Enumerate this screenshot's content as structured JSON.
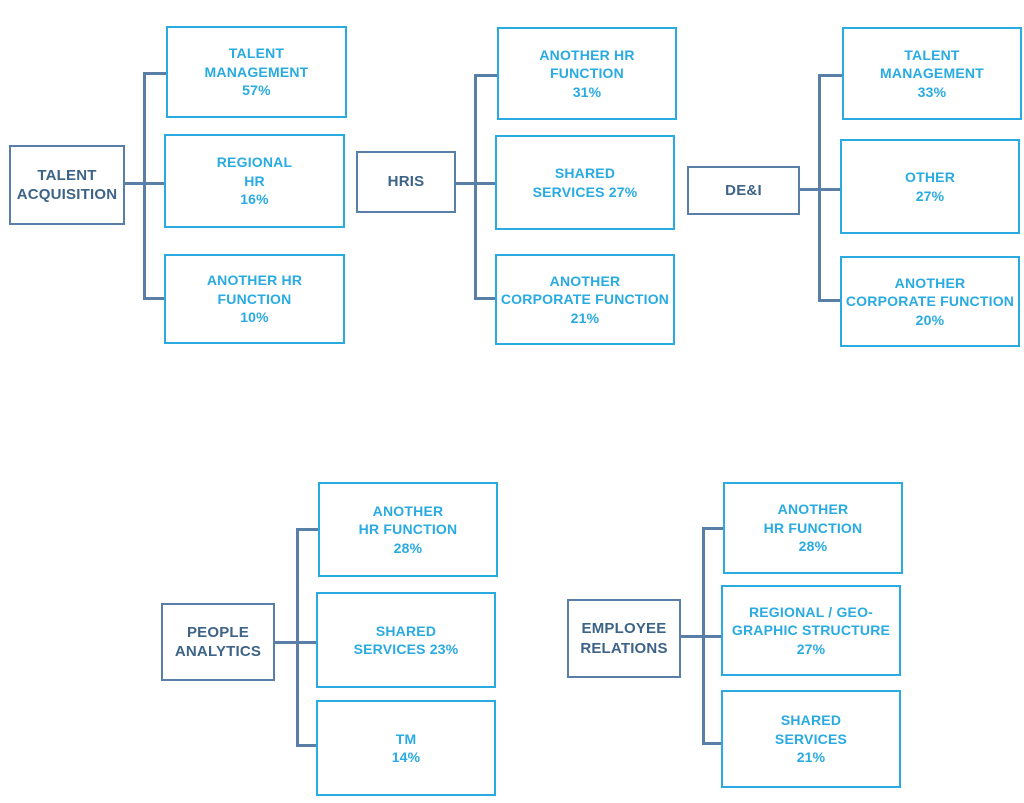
{
  "diagram": {
    "type": "org-breakdown-tree",
    "title": "",
    "colors": {
      "parent_border": "#5a7fa6",
      "parent_text": "#3d6387",
      "child_border": "#29abe2",
      "child_text": "#29abe2",
      "connector": "#5a7fa6",
      "background": "#ffffff"
    }
  },
  "chart_data": {
    "type": "table",
    "title": "",
    "xlabel": "",
    "ylabel": "",
    "clusters": [
      {
        "parent": "TALENT\nACQUISITION",
        "children": [
          {
            "label": "TALENT\nMANAGEMENT\n57%",
            "name": "Talent Management",
            "value": 57
          },
          {
            "label": "REGIONAL\nHR\n16%",
            "name": "Regional HR",
            "value": 16
          },
          {
            "label": "ANOTHER HR\nFUNCTION\n10%",
            "name": "Another HR Function",
            "value": 10
          }
        ]
      },
      {
        "parent": "HRIS",
        "children": [
          {
            "label": "ANOTHER HR\nFUNCTION\n31%",
            "name": "Another HR Function",
            "value": 31
          },
          {
            "label": "SHARED\nSERVICES 27%",
            "name": "Shared Services",
            "value": 27
          },
          {
            "label": "ANOTHER\nCORPORATE FUNCTION\n21%",
            "name": "Another Corporate Function",
            "value": 21
          }
        ]
      },
      {
        "parent": "DE&I",
        "children": [
          {
            "label": "TALENT\nMANAGEMENT\n33%",
            "name": "Talent Management",
            "value": 33
          },
          {
            "label": "OTHER\n27%",
            "name": "Other",
            "value": 27
          },
          {
            "label": "ANOTHER\nCORPORATE FUNCTION\n20%",
            "name": "Another Corporate Function",
            "value": 20
          }
        ]
      },
      {
        "parent": "PEOPLE\nANALYTICS",
        "children": [
          {
            "label": "ANOTHER\nHR FUNCTION\n28%",
            "name": "Another HR Function",
            "value": 28
          },
          {
            "label": "SHARED\nSERVICES 23%",
            "name": "Shared Services",
            "value": 23
          },
          {
            "label": "TM\n14%",
            "name": "TM",
            "value": 14
          }
        ]
      },
      {
        "parent": "EMPLOYEE\nRELATIONS",
        "children": [
          {
            "label": "ANOTHER\nHR FUNCTION\n28%",
            "name": "Another HR Function",
            "value": 28
          },
          {
            "label": "REGIONAL / GEO-\nGRAPHIC STRUCTURE\n27%",
            "name": "Regional / Geographic Structure",
            "value": 27
          },
          {
            "label": "SHARED\nSERVICES\n21%",
            "name": "Shared Services",
            "value": 21
          }
        ]
      }
    ]
  },
  "clusters": {
    "talent_acquisition": {
      "parent_label": "TALENT\nACQUISITION",
      "child_1": "TALENT\nMANAGEMENT\n57%",
      "child_2": "REGIONAL\nHR\n16%",
      "child_3": "ANOTHER HR\nFUNCTION\n10%"
    },
    "hris": {
      "parent_label": "HRIS",
      "child_1": "ANOTHER HR\nFUNCTION\n31%",
      "child_2": "SHARED\nSERVICES 27%",
      "child_3": "ANOTHER\nCORPORATE FUNCTION\n21%"
    },
    "dei": {
      "parent_label": "DE&I",
      "child_1": "TALENT\nMANAGEMENT\n33%",
      "child_2": "OTHER\n27%",
      "child_3": "ANOTHER\nCORPORATE FUNCTION\n20%"
    },
    "people_analytics": {
      "parent_label": "PEOPLE\nANALYTICS",
      "child_1": "ANOTHER\nHR FUNCTION\n28%",
      "child_2": "SHARED\nSERVICES 23%",
      "child_3": "TM\n14%"
    },
    "employee_relations": {
      "parent_label": "EMPLOYEE\nRELATIONS",
      "child_1": "ANOTHER\nHR FUNCTION\n28%",
      "child_2": "REGIONAL / GEO-\nGRAPHIC STRUCTURE\n27%",
      "child_3": "SHARED\nSERVICES\n21%"
    }
  }
}
